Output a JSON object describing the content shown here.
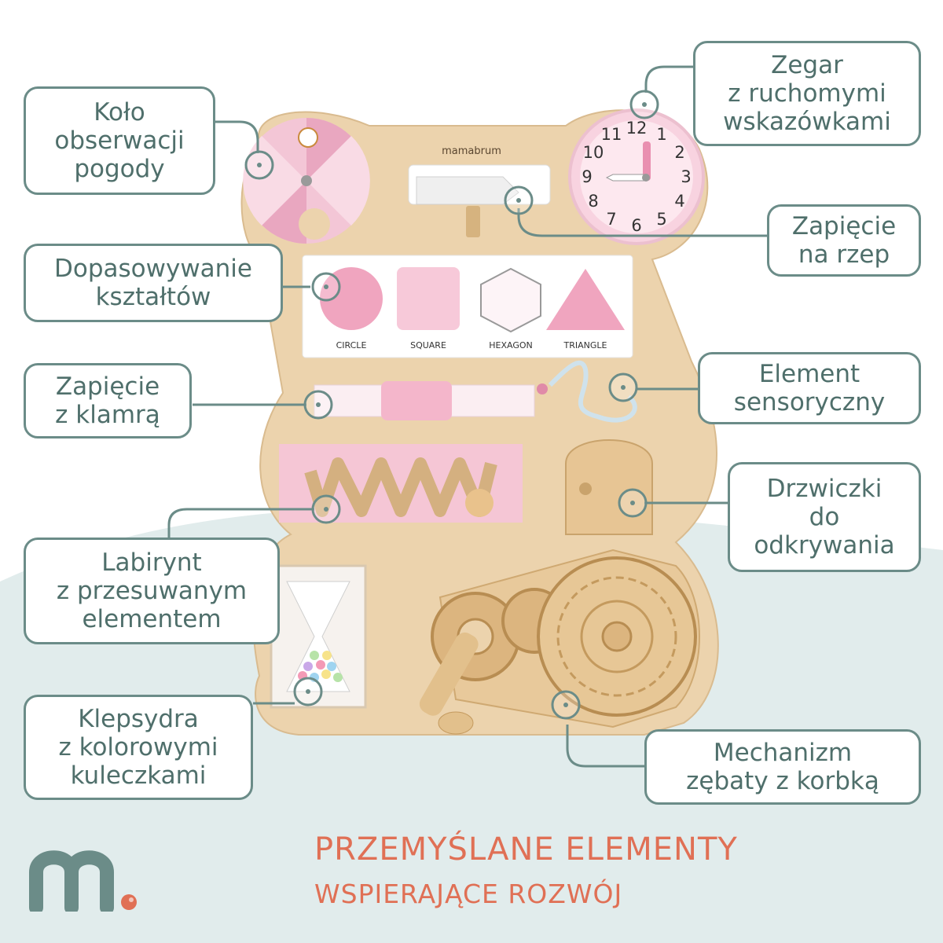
{
  "board": {
    "brand": "mamabrum",
    "shape_labels": [
      "CIRCLE",
      "SQUARE",
      "HEXAGON",
      "TRIANGLE"
    ],
    "clock_numbers": [
      "12",
      "1",
      "2",
      "3",
      "4",
      "5",
      "6",
      "7",
      "8",
      "9",
      "10",
      "11"
    ]
  },
  "callouts": {
    "weather_wheel": [
      "Koło",
      "obserwacji",
      "pogody"
    ],
    "clock": [
      "Zegar",
      "z ruchomymi",
      "wskazówkami"
    ],
    "velcro": [
      "Zapięcie",
      "na rzep"
    ],
    "shapes": [
      "Dopasowywanie",
      "kształtów"
    ],
    "buckle": [
      "Zapięcie",
      "z klamrą"
    ],
    "sensory": [
      "Element",
      "sensoryczny"
    ],
    "door": [
      "Drzwiczki",
      "do",
      "odkrywania"
    ],
    "maze": [
      "Labirynt",
      "z przesuwanym",
      "elementem"
    ],
    "hourglass": [
      "Klepsydra",
      "z kolorowymi",
      "kuleczkami"
    ],
    "gears": [
      "Mechanizm",
      "zębaty z korbką"
    ]
  },
  "footer": {
    "headline": "PRZEMYŚLANE ELEMENTY",
    "subline": "WSPIERAJĄCE ROZWÓJ"
  },
  "colors": {
    "accent_text": "#e07055",
    "callout_border": "#6b8c88",
    "callout_text": "#4f6f6b",
    "wood": "#ecd3ad",
    "pink": "#f0c3d3",
    "background_wave": "#e1ecec",
    "logo": "#6b8c88",
    "logo_dot": "#e07055"
  }
}
